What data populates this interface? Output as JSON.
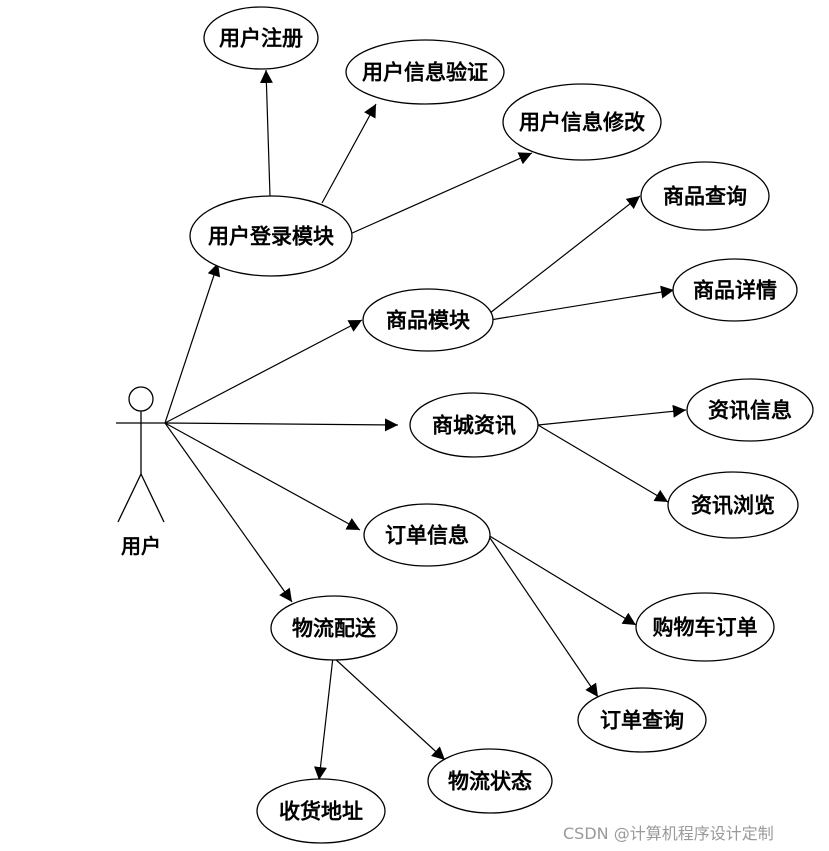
{
  "actor": {
    "label": "用户"
  },
  "nodes": {
    "user_register": "用户注册",
    "user_info_verify": "用户信息验证",
    "user_info_modify": "用户信息修改",
    "user_login_module": "用户登录模块",
    "product_query": "商品查询",
    "product_module": "商品模块",
    "product_detail": "商品详情",
    "mall_news": "商城资讯",
    "news_info": "资讯信息",
    "news_browse": "资讯浏览",
    "order_info": "订单信息",
    "cart_order": "购物车订单",
    "order_query": "订单查询",
    "logistics_delivery": "物流配送",
    "logistics_status": "物流状态",
    "shipping_address": "收货地址"
  },
  "watermark": "CSDN @计算机程序设计定制"
}
